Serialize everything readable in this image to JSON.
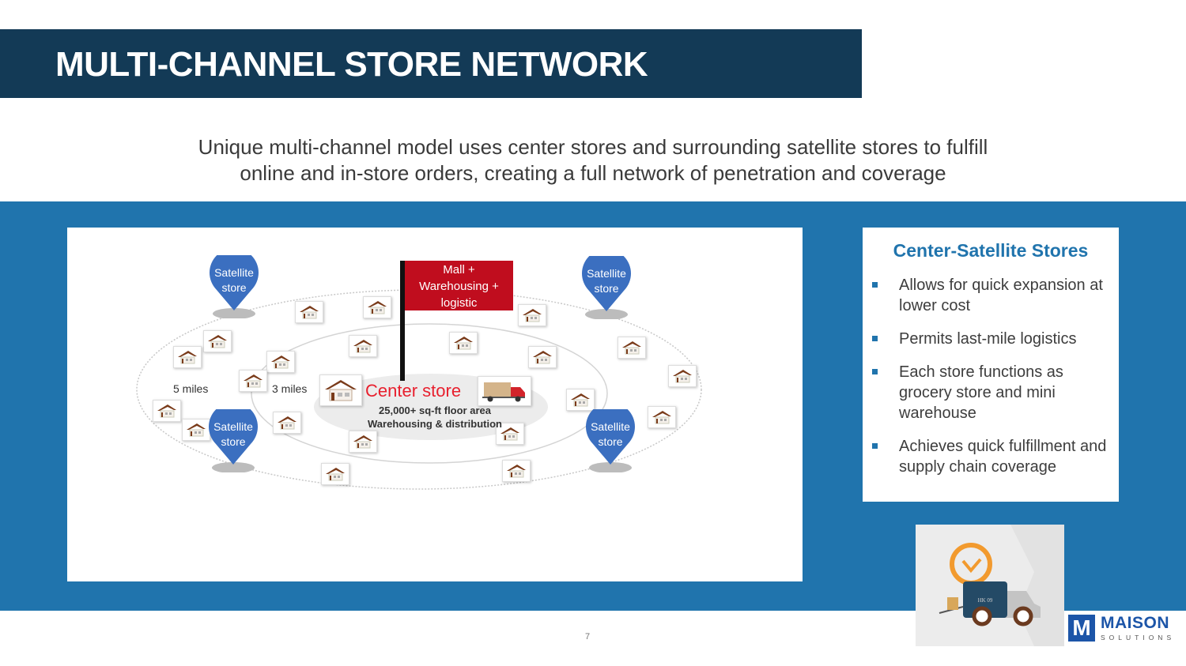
{
  "slide": {
    "title": "MULTI-CHANNEL STORE NETWORK",
    "subtitle_line1": "Unique multi-channel model uses center stores and surrounding satellite stores to fulfill",
    "subtitle_line2": "online and in-store orders, creating a full network of penetration and coverage",
    "page_number": "7"
  },
  "diagram": {
    "flag_label": [
      "Mall +",
      "Warehousing +",
      "logistic"
    ],
    "center_label": "Center store",
    "center_sub1": "25,000+ sq-ft floor area",
    "center_sub2": "Warehousing & distribution",
    "outer_distance": "5 miles",
    "inner_distance": "3 miles",
    "satellite_label_line1": "Satellite",
    "satellite_label_line2": "store",
    "satellites": [
      "top-left",
      "top-right",
      "bottom-left",
      "bottom-right"
    ],
    "colors": {
      "pin": "#3b6fc0",
      "flag": "#c00d1e",
      "center_text": "#e8202e",
      "house_roof": "#7a3b1a"
    }
  },
  "card": {
    "title": "Center-Satellite Stores",
    "bullets": [
      "Allows for quick expansion at lower cost",
      "Permits last-mile logistics",
      "Each store functions as grocery store and mini warehouse",
      "Achieves quick fulfillment and supply chain coverage"
    ]
  },
  "illustration": {
    "truck_plate": "HK 09"
  },
  "logo": {
    "mark": "M",
    "brand": "MAISON",
    "sub": "SOLUTIONS",
    "color": "#1c55a8"
  },
  "theme": {
    "title_bar": "#133a56",
    "band": "#2074ad",
    "accent": "#2074ad"
  }
}
